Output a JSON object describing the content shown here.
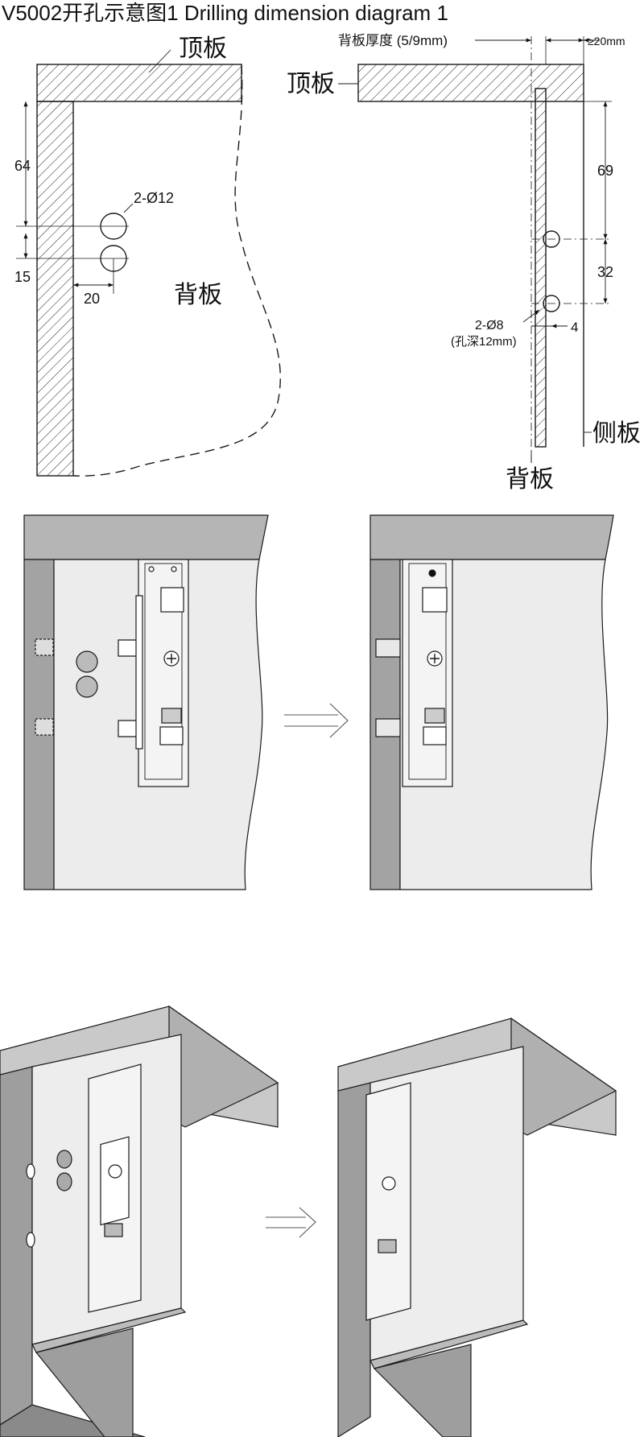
{
  "title": "V5002开孔示意图1 Drilling dimension diagram 1",
  "colors": {
    "panel_gray": "#a9a9a9",
    "panel_light": "#ececec",
    "panel_top": "#bdbdbd",
    "line": "#1a1a1a"
  },
  "front_view": {
    "top_label": "顶板",
    "back_label": "背板",
    "dim_64": "64",
    "dim_15": "15",
    "dim_20": "20",
    "holes_label": "2-Ø12"
  },
  "side_view": {
    "thickness_label": "背板厚度 (5/9mm)",
    "gap_label": "≥20mm",
    "top_label": "顶板",
    "dim_69": "69",
    "dim_32": "32",
    "dim_4": "4",
    "holes_label": "2-Ø8",
    "depth_label": "(孔深12mm)",
    "side_label": "侧板",
    "back_label": "背板"
  },
  "icons": [
    "right-arrow-icon"
  ]
}
